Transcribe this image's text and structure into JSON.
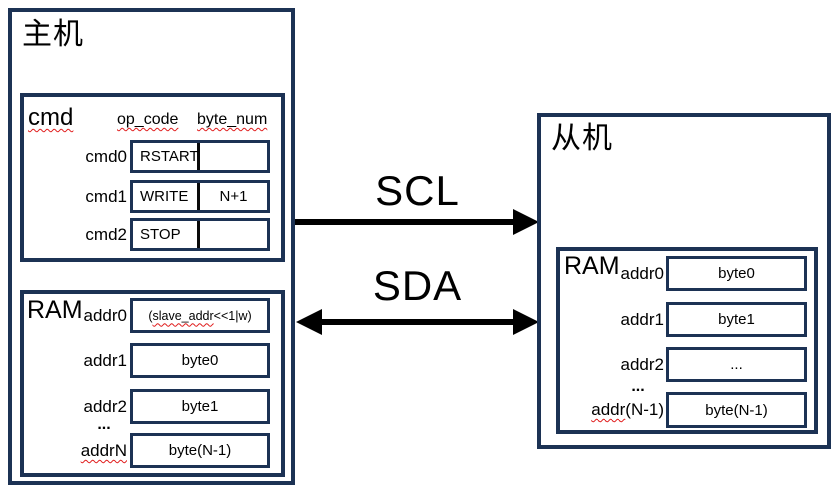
{
  "master": {
    "title": "主机",
    "cmd": {
      "label": "cmd",
      "headers": [
        "op_code",
        "byte_num"
      ],
      "rows": [
        {
          "label": "cmd0",
          "op_code": "RSTART",
          "byte_num": ""
        },
        {
          "label": "cmd1",
          "op_code": "WRITE",
          "byte_num": "N+1"
        },
        {
          "label": "cmd2",
          "op_code": "STOP",
          "byte_num": ""
        }
      ]
    },
    "ram": {
      "label": "RAM",
      "rows": [
        {
          "label": "addr0",
          "parts": {
            "pre": "(",
            "word": "slave_addr",
            "post": "<<1|w)"
          }
        },
        {
          "label": "addr1",
          "value": "byte0"
        },
        {
          "label": "addr2",
          "value": "byte1"
        },
        {
          "label": "addrN",
          "value": "byte(N-1)"
        }
      ],
      "ellipsis": "..."
    }
  },
  "slave": {
    "title": "从机",
    "ram": {
      "label": "RAM",
      "rows": [
        {
          "label": "addr0",
          "value": "byte0"
        },
        {
          "label": "addr1",
          "value": "byte1"
        },
        {
          "label": "addr2",
          "value": "..."
        },
        {
          "label_parts": {
            "word": "addr",
            "post": "(N-1)"
          },
          "value": "byte(N-1)"
        }
      ],
      "ellipsis": "..."
    }
  },
  "bus": {
    "scl_label": "SCL",
    "sda_label": "SDA"
  },
  "colors": {
    "border": "#1c3254",
    "arrow": "#000000",
    "squiggle": "#e01b1b"
  }
}
